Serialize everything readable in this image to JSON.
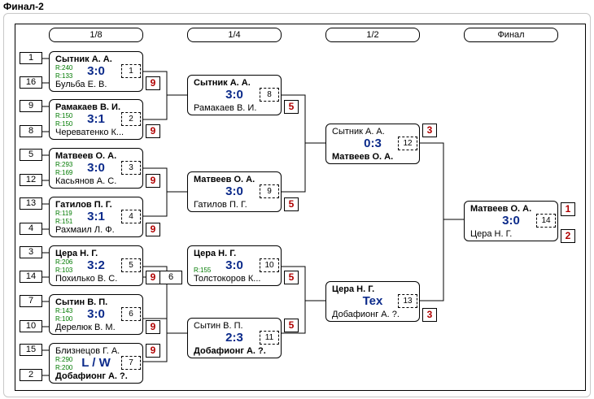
{
  "title": "Финал-2",
  "rounds": [
    "1/8",
    "1/4",
    "1/2",
    "Финал"
  ],
  "seeds": [
    "1",
    "16",
    "9",
    "8",
    "5",
    "12",
    "13",
    "4",
    "3",
    "14",
    "7",
    "10",
    "15",
    "2"
  ],
  "m1": {
    "p1": "Сытник А. А.",
    "p2": "Бульба Е. В.",
    "score": "3:0",
    "r1": "R:240",
    "r2": "R:133",
    "num": "1",
    "res": "9"
  },
  "m2": {
    "p1": "Рамакаев В. И.",
    "p2": "Череватенко К...",
    "score": "3:1",
    "r1": "R:150",
    "r2": "R:150",
    "num": "2",
    "res": "9"
  },
  "m3": {
    "p1": "Матвеев О. А.",
    "p2": "Касьянов А. С.",
    "score": "3:0",
    "r1": "R:293",
    "r2": "R:169",
    "num": "3",
    "res": "9"
  },
  "m4": {
    "p1": "Гатилов П. Г.",
    "p2": "Рахмаил Л. Ф.",
    "score": "3:1",
    "r1": "R:119",
    "r2": "R:151",
    "num": "4",
    "res": "9"
  },
  "m5": {
    "p1": "Цера Н. Г.",
    "p2": "Похилько В. С.",
    "score": "3:2",
    "r1": "R:206",
    "r2": "R:103",
    "num": "5",
    "res": "9",
    "extra": "6"
  },
  "m6": {
    "p1": "Сытин В. П.",
    "p2": "Дерелюк В. М.",
    "score": "3:0",
    "r1": "R:143",
    "r2": "R:100",
    "num": "6",
    "res": "9"
  },
  "m7": {
    "p1": "Близнецов Г. А.",
    "p2": "Добафионг А. ?.",
    "score": "L / W",
    "r1": "R:290",
    "r2": "R:200",
    "num": "7",
    "res": "9"
  },
  "q1": {
    "p1": "Сытник А. А.",
    "p2": "Рамакаев В. И.",
    "score": "3:0",
    "num": "8",
    "res": "5"
  },
  "q2": {
    "p1": "Матвеев О. А.",
    "p2": "Гатилов П. Г.",
    "score": "3:0",
    "num": "9",
    "res": "5"
  },
  "q3": {
    "p1": "Цера Н. Г.",
    "p2": "Толстокоров К...",
    "score": "3:0",
    "r1": "R:155",
    "num": "10",
    "res": "5"
  },
  "q4": {
    "p1": "Сытин В. П.",
    "p2": "Добафионг А. ?.",
    "score": "2:3",
    "num": "11",
    "res": "5"
  },
  "s1": {
    "p1": "Сытник А. А.",
    "p2": "Матвеев О. А.",
    "score": "0:3",
    "num": "12",
    "res": "3"
  },
  "s2": {
    "p1": "Цера Н. Г.",
    "p2": "Добафионг А. ?.",
    "score": "Tex",
    "num": "13",
    "res": "3"
  },
  "f1": {
    "p1": "Матвеев О. А.",
    "p2": "Цера Н. Г.",
    "score": "3:0",
    "num": "14",
    "res1": "1",
    "res2": "2"
  }
}
